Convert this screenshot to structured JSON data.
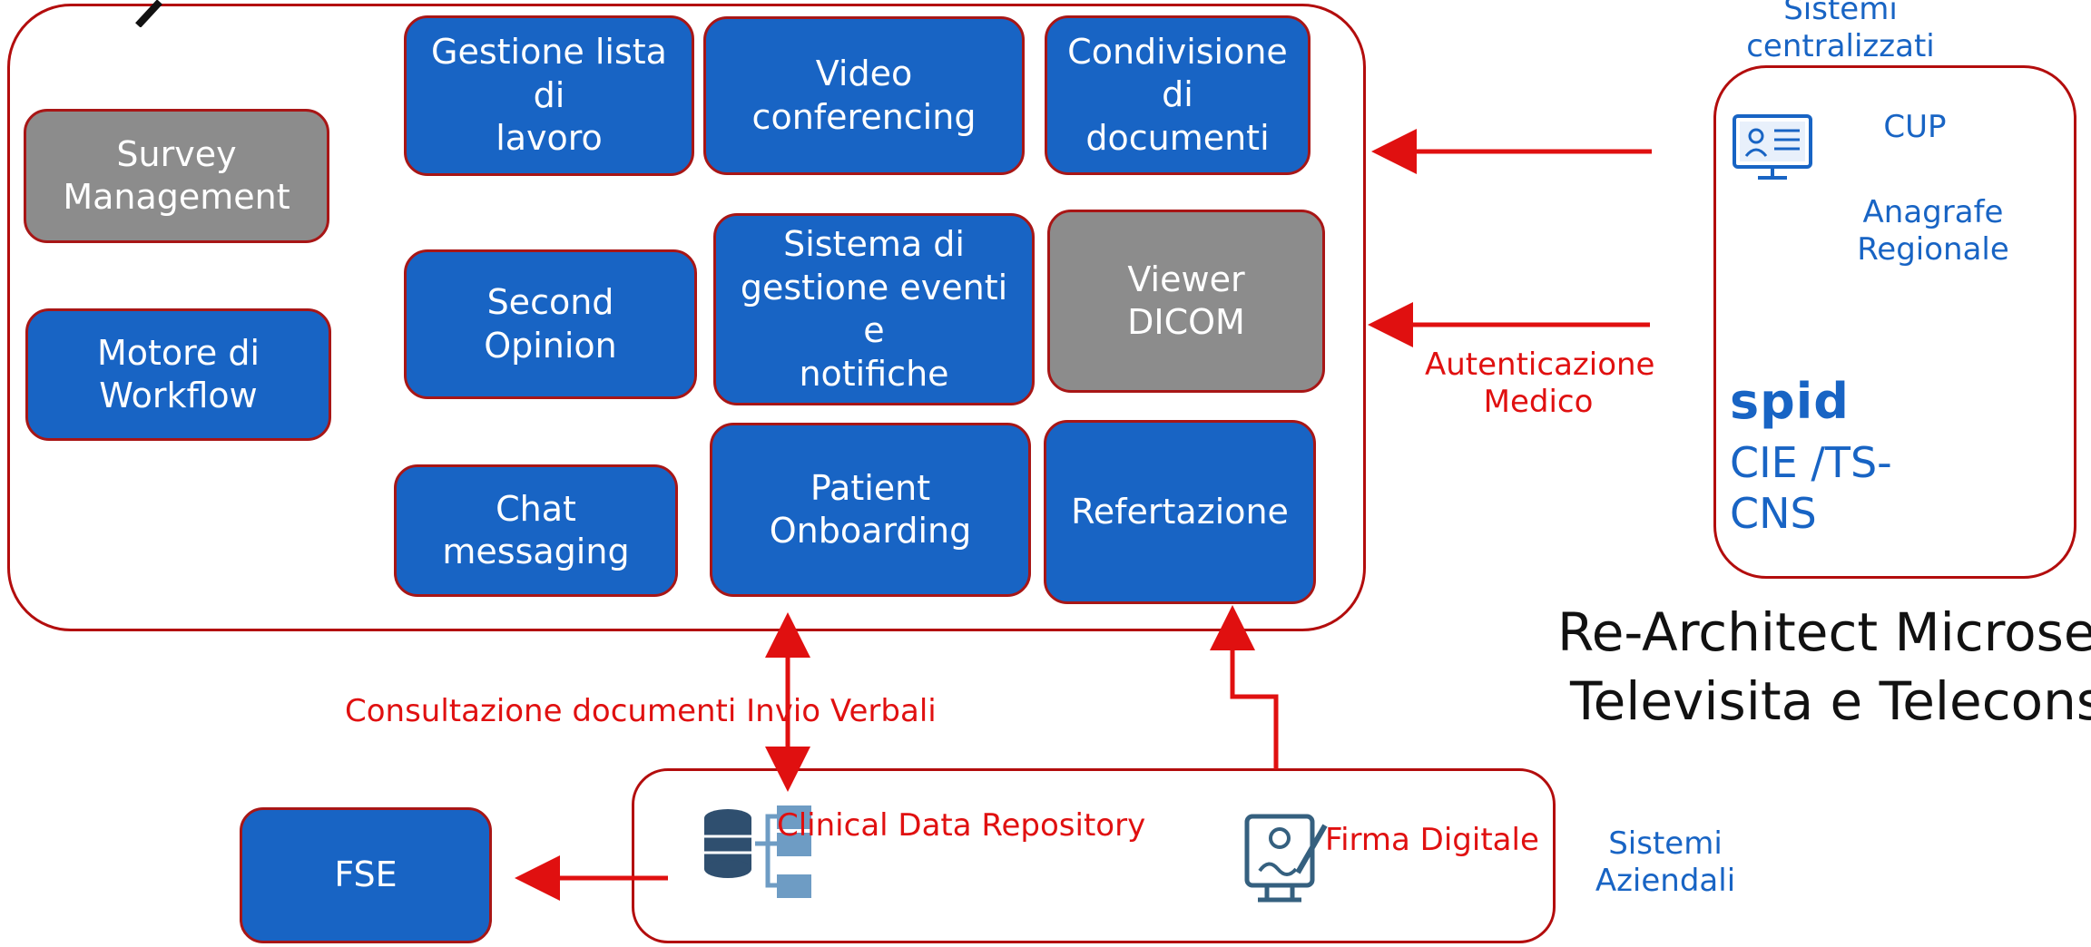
{
  "main_modules": {
    "survey_management": "Survey\nManagement",
    "motore_workflow": "Motore di\nWorkflow",
    "gestione_lista": "Gestione lista di\nlavoro",
    "second_opinion": "Second\nOpinion",
    "chat_messaging": "Chat\nmessaging",
    "video_conferencing": "Video\nconferencing",
    "sistema_eventi": "Sistema di\ngestione eventi e\nnotifiche",
    "patient_onboarding": "Patient\nOnboarding",
    "condivisione_documenti": "Condivisione\ndi\ndocumenti",
    "viewer_dicom": "Viewer\nDICOM",
    "refertazione": "Refertazione"
  },
  "centralized": {
    "title": "Sistemi\ncentralizzati",
    "cup": "CUP",
    "anagrafe": "Anagrafe\nRegionale",
    "spid": "spid",
    "cie": "CIE /TS-\nCNS",
    "auth_label": "Autenticazione\nMedico"
  },
  "company": {
    "clinical_repo": "Clinical Data Repository",
    "firma": "Firma Digitale",
    "label": "Sistemi\nAziendali"
  },
  "fse": "FSE",
  "consult_label": "Consultazione\ndocumenti Invio Verbali",
  "headline": {
    "line1": "Re-Architect  Microser",
    "line2": "Televisita e Teleconsu"
  },
  "colors": {
    "box_blue": "#1864c4",
    "box_grey": "#8c8c8c",
    "border_red": "#b30d0d",
    "arrow_red": "#e01010"
  }
}
